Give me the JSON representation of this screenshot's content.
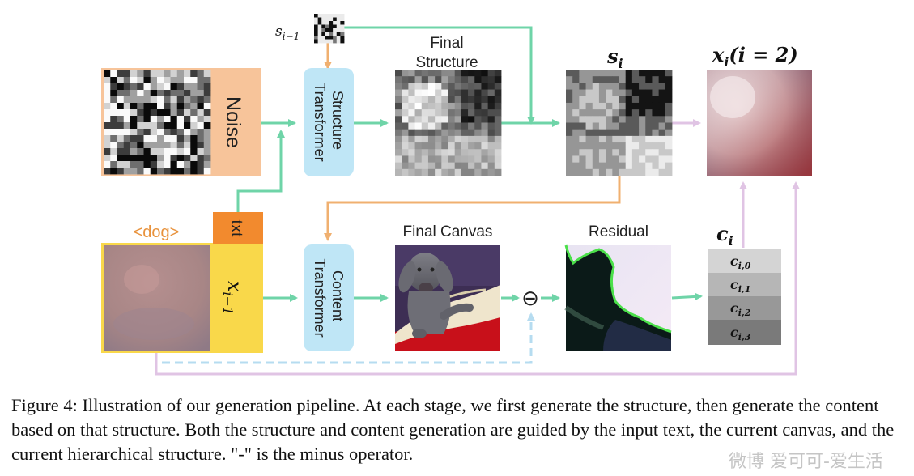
{
  "labels": {
    "s_prev": "s",
    "s_prev_sub": "i−1",
    "final_structure_line1": "Final",
    "final_structure_line2": "Structure",
    "s_i": "s",
    "s_i_sub": "i",
    "x_i": "x",
    "x_i_sub": "i",
    "x_i_cond": "(i = 2)",
    "noise": "Noise",
    "structure_transformer_line1": "Structure",
    "structure_transformer_line2": "Transformer",
    "content_transformer_line1": "Content",
    "content_transformer_line2": "Transformer",
    "dog": "<dog>",
    "txt": "txt",
    "x_prev": "x",
    "x_prev_sub": "i−1",
    "final_canvas": "Final Canvas",
    "residual": "Residual",
    "minus_symbol": "⊖",
    "c_i": "c",
    "c_i_sub": "i",
    "c_stack": [
      {
        "base": "c",
        "sub": "i,0"
      },
      {
        "base": "c",
        "sub": "i,1"
      },
      {
        "base": "c",
        "sub": "i,2"
      },
      {
        "base": "c",
        "sub": "i,3"
      }
    ]
  },
  "colors": {
    "green_arrow": "#6fd4a8",
    "orange_arrow": "#f0b070",
    "pink_arrow": "#e0c4e4",
    "blue_dashed": "#b6dcf0",
    "transformer_fill": "#bfe6f6",
    "noise_fill": "#f7c49a",
    "txt_fill": "#f28a2e",
    "xprev_fill": "#f9d84a",
    "dog_label": "#e8923c"
  },
  "caption": "Figure 4: Illustration of our generation pipeline. At each stage, we first generate the structure, then generate the content based on that structure. Both the structure and content generation are guided by the input text, the current canvas, and the current hierarchical structure. \"-\" is the minus operator.",
  "watermark": "微博 爱可可-爱生活"
}
